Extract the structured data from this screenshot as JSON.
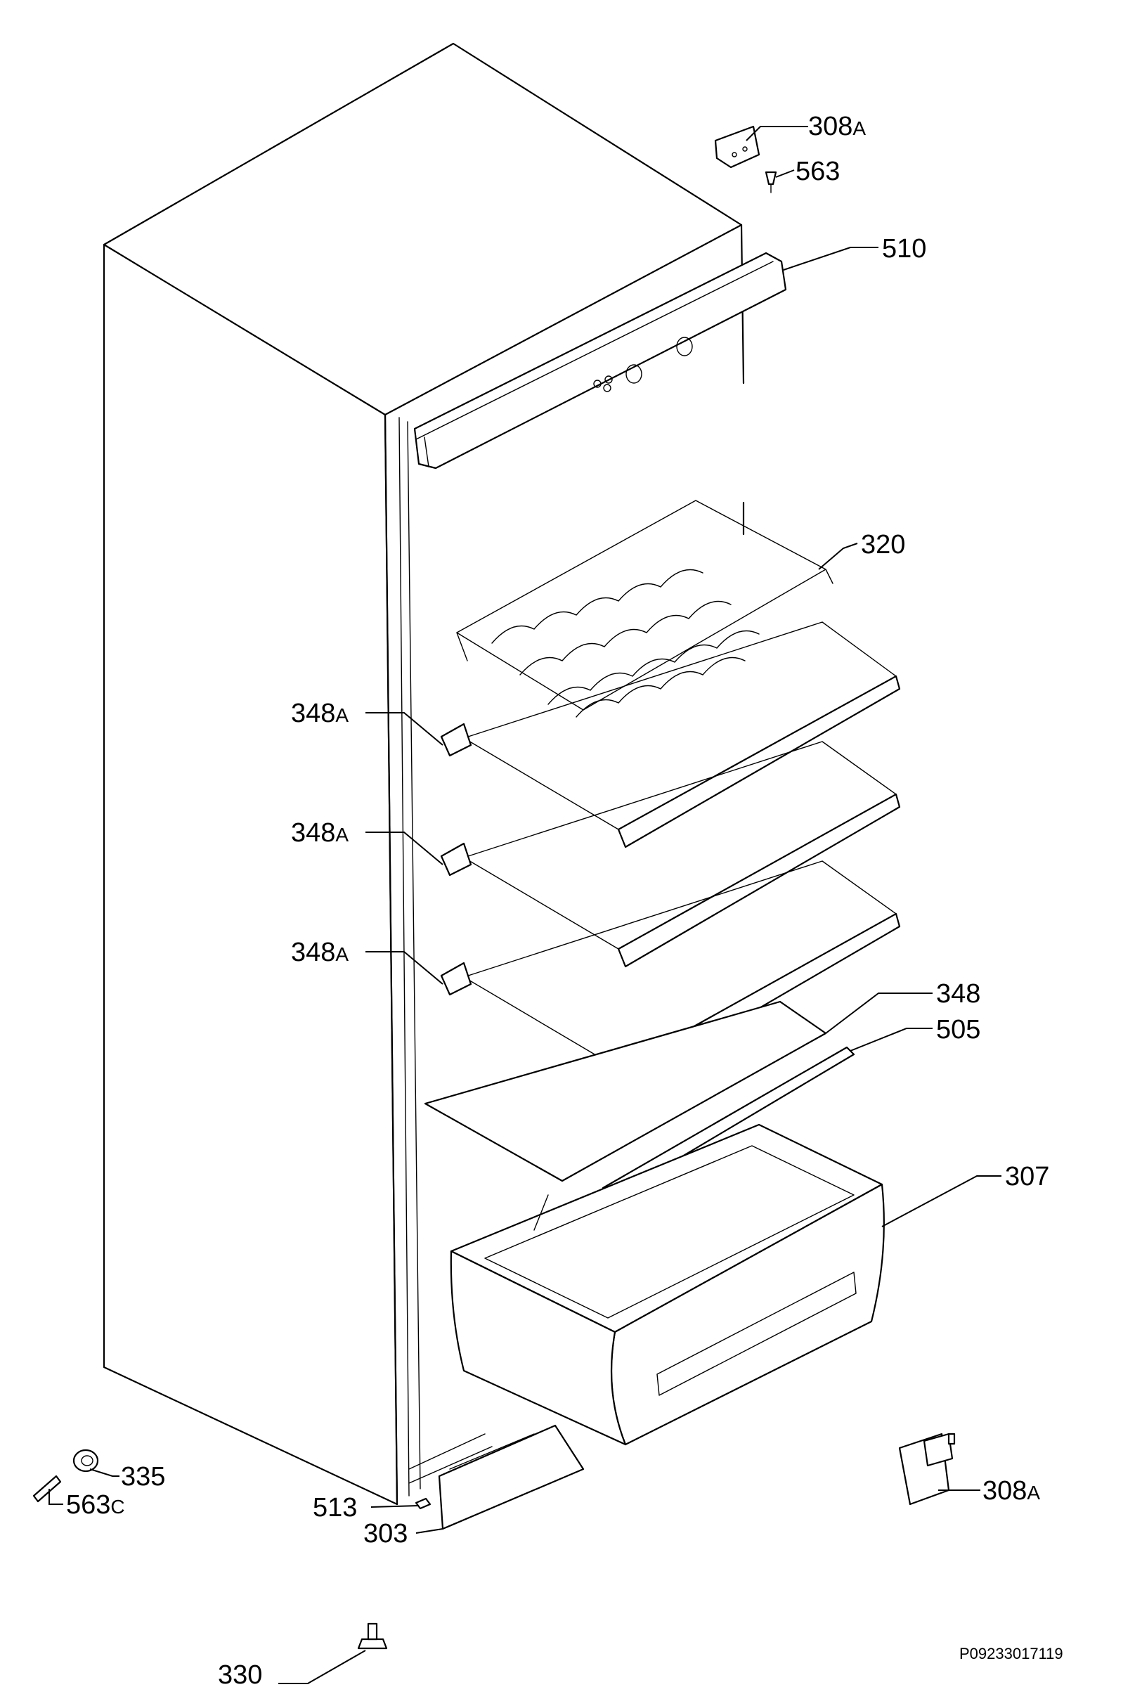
{
  "labels": {
    "308A_top": {
      "num": "308",
      "suffix": "A"
    },
    "563": {
      "num": "563"
    },
    "510": {
      "num": "510"
    },
    "320": {
      "num": "320"
    },
    "348A_1": {
      "num": "348",
      "suffix": "A"
    },
    "348A_2": {
      "num": "348",
      "suffix": "A"
    },
    "348A_3": {
      "num": "348",
      "suffix": "A"
    },
    "348": {
      "num": "348"
    },
    "505": {
      "num": "505"
    },
    "307": {
      "num": "307"
    },
    "335": {
      "num": "335"
    },
    "563C": {
      "num": "563",
      "suffix": "C"
    },
    "513": {
      "num": "513"
    },
    "303": {
      "num": "303"
    },
    "308A_bottom": {
      "num": "308",
      "suffix": "A"
    },
    "330": {
      "num": "330"
    }
  },
  "drawing_code": "P09233017119"
}
